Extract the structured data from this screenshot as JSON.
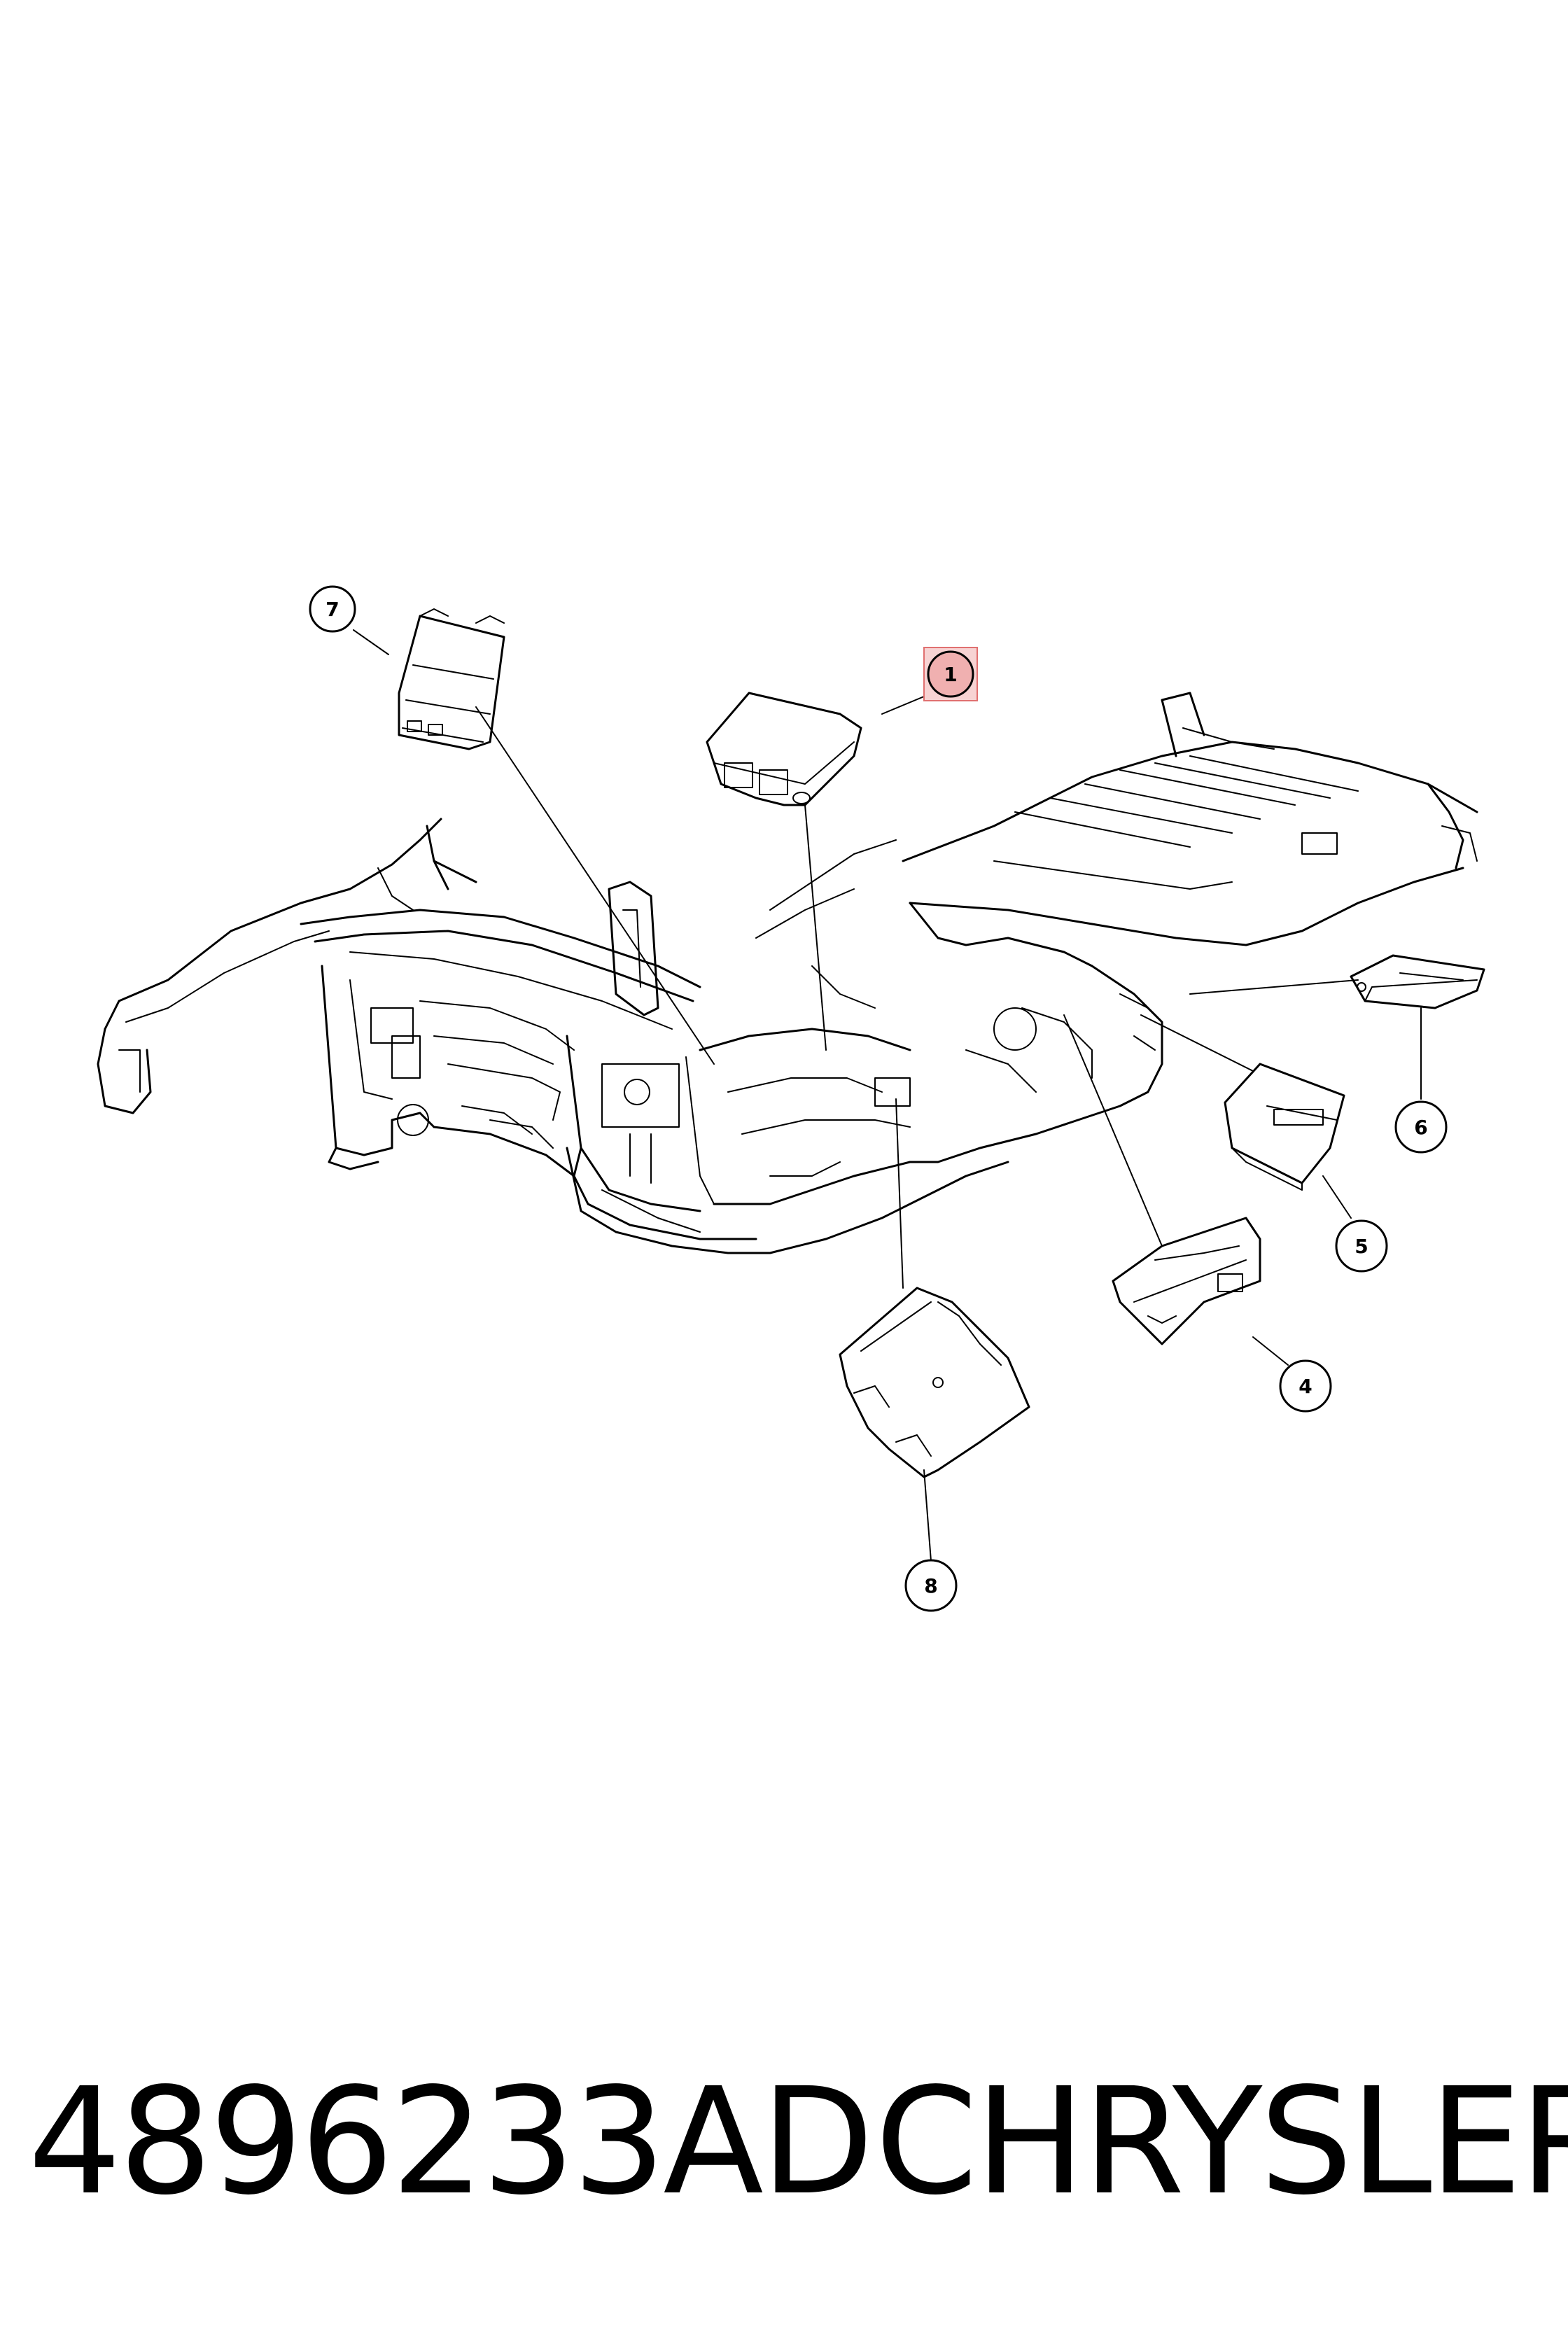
{
  "diagram": {
    "callouts": [
      "1",
      "4",
      "5",
      "6",
      "7",
      "8"
    ],
    "highlight_color": "#e07070"
  },
  "footer": {
    "part_number": "4896233AD",
    "brand": "CHRYSLER"
  }
}
